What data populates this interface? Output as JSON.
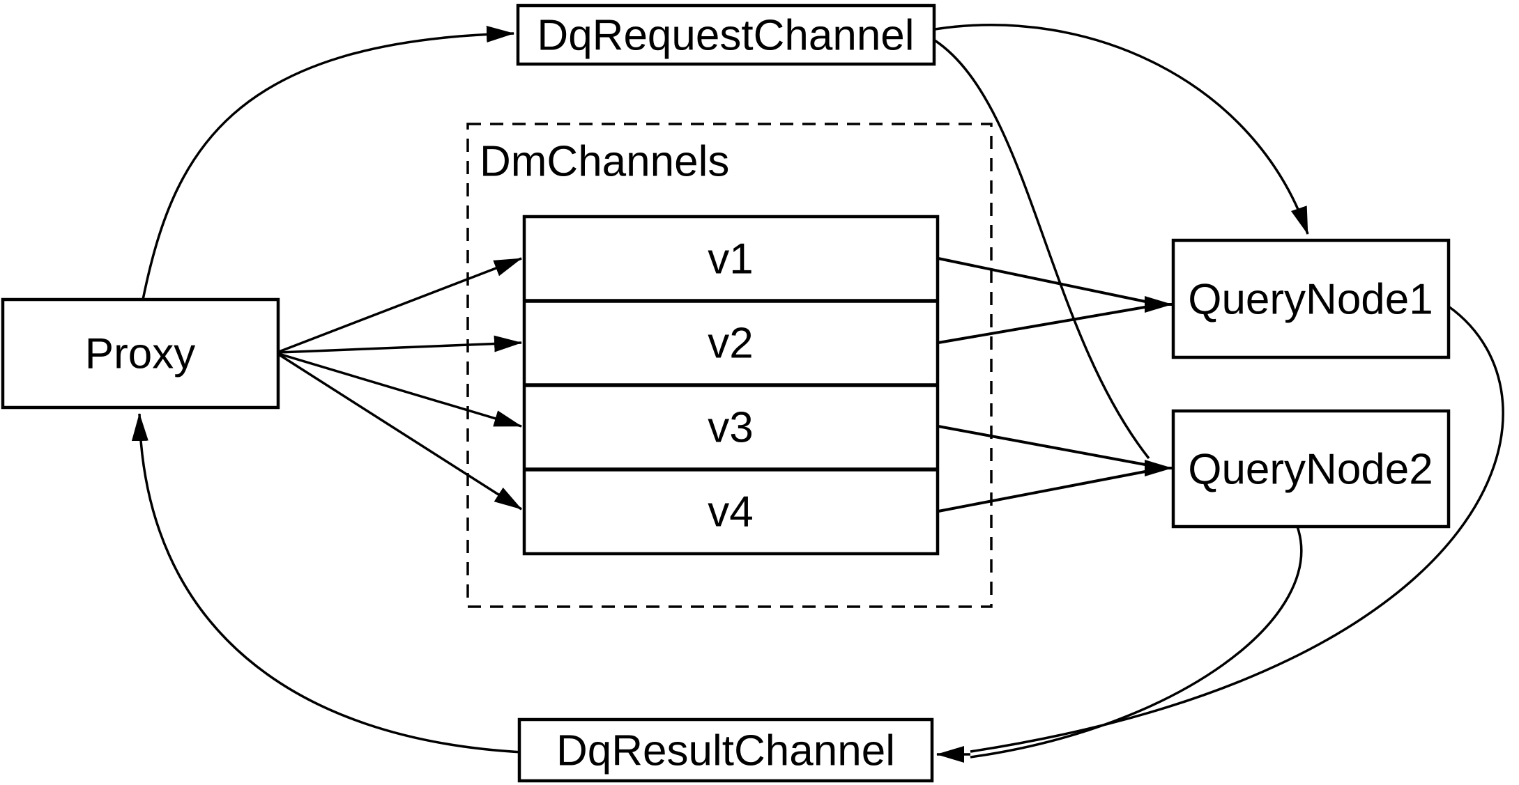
{
  "diagram": {
    "title": "Milvus query channel architecture diagram",
    "colors": {
      "background": "#ffffff",
      "stroke": "#000000",
      "box_fill": "#ffffff",
      "text": "#000000"
    },
    "nodes": {
      "proxy": {
        "label": "Proxy"
      },
      "dq_request_channel": {
        "label": "DqRequestChannel"
      },
      "dm_channels": {
        "label": "DmChannels"
      },
      "v1": {
        "label": "v1"
      },
      "v2": {
        "label": "v2"
      },
      "v3": {
        "label": "v3"
      },
      "v4": {
        "label": "v4"
      },
      "query_node1": {
        "label": "QueryNode1"
      },
      "query_node2": {
        "label": "QueryNode2"
      },
      "dq_result_channel": {
        "label": "DqResultChannel"
      }
    },
    "edges": [
      {
        "from": "Proxy",
        "to": "DqRequestChannel"
      },
      {
        "from": "DqRequestChannel",
        "to": "QueryNode1"
      },
      {
        "from": "DqRequestChannel",
        "to": "QueryNode2"
      },
      {
        "from": "Proxy",
        "to": "v1"
      },
      {
        "from": "Proxy",
        "to": "v2"
      },
      {
        "from": "Proxy",
        "to": "v3"
      },
      {
        "from": "Proxy",
        "to": "v4"
      },
      {
        "from": "v1",
        "to": "QueryNode1"
      },
      {
        "from": "v2",
        "to": "QueryNode1"
      },
      {
        "from": "v3",
        "to": "QueryNode2"
      },
      {
        "from": "v4",
        "to": "QueryNode2"
      },
      {
        "from": "QueryNode1",
        "to": "DqResultChannel"
      },
      {
        "from": "QueryNode2",
        "to": "DqResultChannel"
      },
      {
        "from": "DqResultChannel",
        "to": "Proxy"
      }
    ]
  }
}
